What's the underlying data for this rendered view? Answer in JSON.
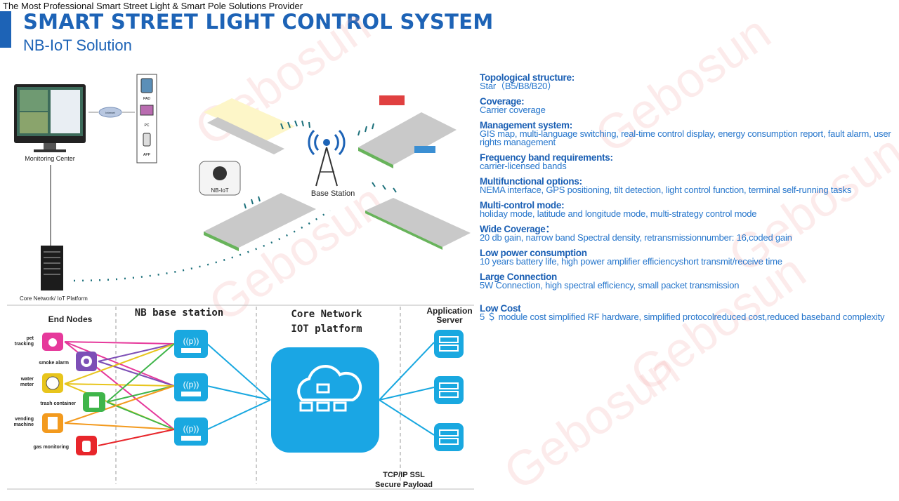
{
  "header": {
    "tagline": "The Most Professional Smart Street Light & Smart Pole Solutions Provider",
    "title": "SMART STREET LIGHT CONTROL SYSTEM",
    "subtitle": "NB-IoT Solution"
  },
  "topology": {
    "monitoring_center": "Monitoring Center",
    "internet": "Internet",
    "devices": [
      "PAD",
      "PC",
      "APP"
    ],
    "base_station": "Base Station",
    "nb_iot": "NB-IoT",
    "core_network": "Core Network/ IoT Platform"
  },
  "architecture": {
    "end_nodes_heading": "End Nodes",
    "nb_heading": "NB base station",
    "core_heading_1": "Core Network",
    "core_heading_2": "IOT platform",
    "app_heading_1": "Application",
    "app_heading_2": "Server",
    "nodes": [
      {
        "label": "pet tracking",
        "line1": "pet",
        "line2": "tracking",
        "color": "#e6399b"
      },
      {
        "label": "smoke alarm",
        "line1": "smoke alarm",
        "line2": "",
        "color": "#7d4fb6"
      },
      {
        "label": "water meter",
        "line1": "water",
        "line2": "meter",
        "color": "#e8c51c"
      },
      {
        "label": "trash container",
        "line1": "trash container",
        "line2": "",
        "color": "#3fb54a"
      },
      {
        "label": "vending machine",
        "line1": "vending",
        "line2": "machine",
        "color": "#f39a1e"
      },
      {
        "label": "gas monitoring",
        "line1": "gas monitoring",
        "line2": "",
        "color": "#e8262b"
      }
    ],
    "footer_1": "TCP/IP SSL",
    "footer_2": "Secure Payload"
  },
  "specs": [
    {
      "title": "Topological structure:",
      "desc": "Star（B5/B8/B20）"
    },
    {
      "title": "Coverage:",
      "desc": "Carrier coverage"
    },
    {
      "title": "Management system:",
      "desc": "GIS map, multi-language switching, real-time control display, energy consumption report, fault alarm, user rights management"
    },
    {
      "title": "Frequency band requirements:",
      "desc": "carrier-licensed bands"
    },
    {
      "title": "Multifunctional options:",
      "desc": "NEMA interface, GPS positioning, tilt detection, light control function, terminal self-running tasks"
    },
    {
      "title": "Multi-control mode:",
      "desc": "holiday mode, latitude and longitude mode, multi-strategy control mode"
    },
    {
      "title": "Wide Coverage：",
      "desc": "20 db gain, narrow band Spectral density, retransmissionnumber: 16,coded gain"
    },
    {
      "title": "Low power consumption",
      "desc": "10 years battery life, high power amplifier efficiencyshort transmit/receive time"
    },
    {
      "title": "Large Connection",
      "desc": "5W Connection, high spectral efficiency, small packet transmission"
    },
    {
      "title": "Low Cost",
      "desc": "5 ＄ module cost simplified RF hardware, simplified protocolreduced cost,reduced baseband complexity"
    }
  ],
  "watermark": "Gebosun",
  "colors": {
    "brand": "#1d63b6",
    "spec_text": "#2676cc",
    "cyan": "#19a8e0",
    "cloud": "#1aa6e4"
  }
}
